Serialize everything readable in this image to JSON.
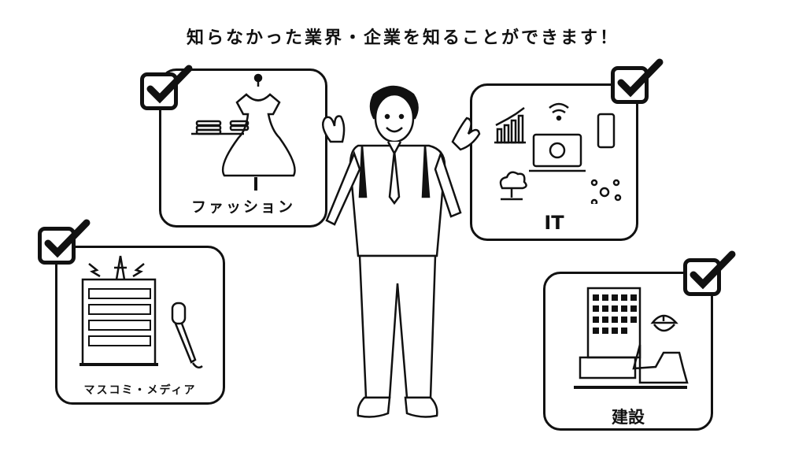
{
  "title": "知らなかった業界・企業を知ることができます！",
  "cards": [
    {
      "label": "ファッション",
      "icon": "fashion-icon"
    },
    {
      "label": "IT",
      "icon": "it-icon"
    },
    {
      "label": "マスコミ・メディア",
      "icon": "media-icon"
    },
    {
      "label": "建設",
      "icon": "construction-icon"
    }
  ]
}
